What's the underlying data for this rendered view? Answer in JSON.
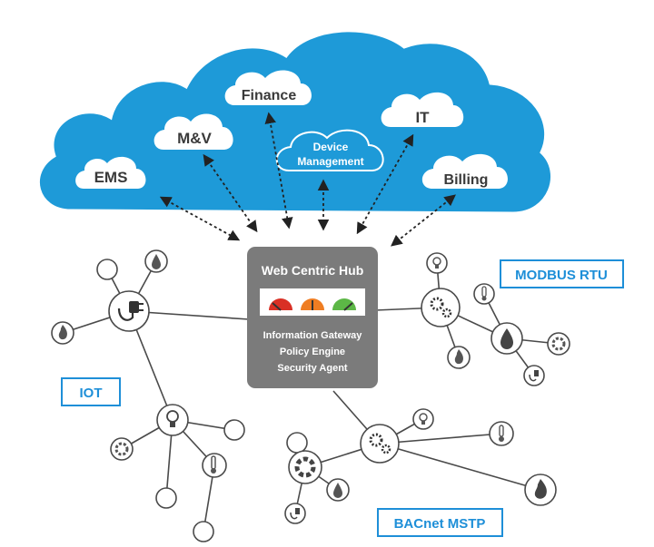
{
  "cloud": {
    "color": "#1e9ad8",
    "services": [
      {
        "label": "EMS"
      },
      {
        "label": "M&V"
      },
      {
        "label": "Finance"
      },
      {
        "label": "Device Management"
      },
      {
        "label": "IT"
      },
      {
        "label": "Billing"
      }
    ]
  },
  "hub": {
    "title": "Web Centric Hub",
    "lines": [
      "Information Gateway",
      "Policy Engine",
      "Security  Agent"
    ],
    "gauge_colors": [
      "#d93025",
      "#ef7d22",
      "#5cb746"
    ]
  },
  "networks": {
    "iot": "IOT",
    "modbus": "MODBUS RTU",
    "bacnet": "BACnet MSTP"
  },
  "icons": {
    "plug": "plug-icon",
    "gears": "gears-icon",
    "bulb": "lightbulb-icon",
    "flame": "flame-icon",
    "drop": "water-drop-icon",
    "fan": "fan-icon",
    "thermo": "thermometer-icon"
  },
  "accent": "#1e8fd8"
}
